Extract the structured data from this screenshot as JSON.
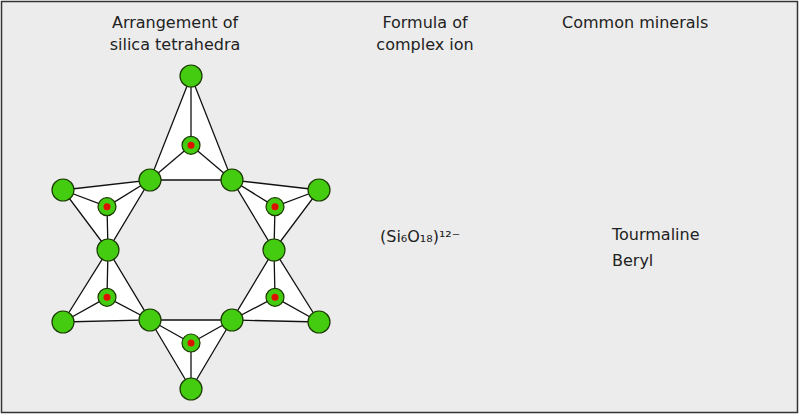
{
  "diagram": {
    "labels": [
      "Arrangement of silica tetrahedra",
      "Formula of complex ion",
      "Common minerals",
      "(Si₆O₁₈)¹²⁻",
      "Tourmaline",
      "Beryl"
    ]
  }
}
